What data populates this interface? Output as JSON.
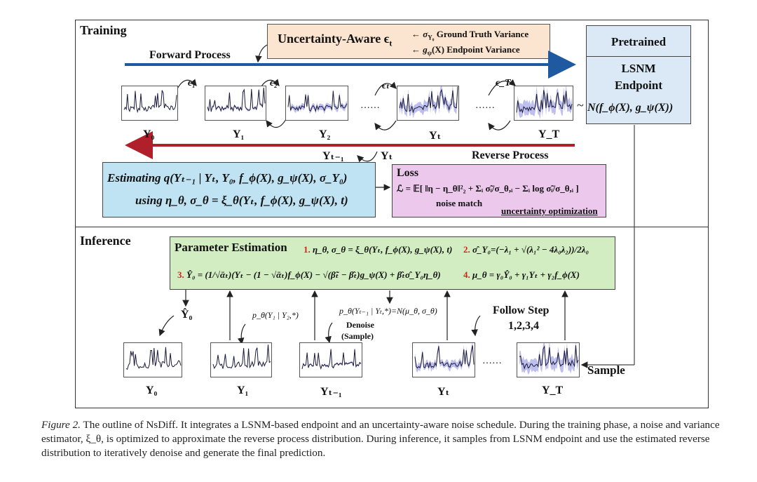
{
  "colors": {
    "uncertainty_box": "#fce5d0",
    "pretrained_box": "#dbe9f6",
    "estimating_box": "#bfe3f2",
    "loss_box": "#ecc9ec",
    "param_box": "#d3edc2",
    "series_line": "#1a1a3a",
    "series_band": "#8a8ae0",
    "arrow_blue": "#1f5aa0",
    "arrow_red": "#b0202a",
    "step_red": "#d62020"
  },
  "training": {
    "label": "Training",
    "forward_process": "Forward Process",
    "reverse_process": "Reverse Process",
    "uncertainty_title": "Uncertainty-Aware ϵ",
    "uncertainty_sub": "t",
    "uncertainty_line1_sym": "← σ",
    "uncertainty_line1_sub": "Y₀",
    "uncertainty_line1_text": " Ground Truth Variance",
    "uncertainty_line2_sym": "← g",
    "uncertainty_line2_sub": "ψ",
    "uncertainty_line2_text": "(X) Endpoint Variance",
    "eps_labels": [
      "ϵ₁",
      "ϵ₂",
      "ϵₜ",
      "ϵ_T"
    ],
    "y_labels": [
      "Y₀",
      "Y₁",
      "Y₂",
      "Yₜ",
      "Y_T"
    ],
    "dots": "……",
    "reverse_pair_left": "Yₜ₋₁",
    "reverse_pair_right": "Yₜ",
    "estimating_line1": "Estimating q(Yₜ₋₁ | Yₜ, Y₀, f_ϕ(X), g_ψ(X), σ_Y₀)",
    "estimating_line2": "using η_θ, σ_θ = ξ_θ(Yₜ, f_ϕ(X), g_ψ(X), t)",
    "loss_title": "Loss",
    "loss_formula": "ℒ = 𝔼[ ‖η − η_θ‖²₂  +  Σᵢ σ̃ᵢ/σ_θ,ᵢ − Σᵢ log σ̃ᵢ/σ_θ,ᵢ ]",
    "loss_noise_match": "noise match",
    "loss_uncertainty": "uncertainty optimization"
  },
  "pretrained": {
    "title": "Pretrained",
    "line1": "LSNM",
    "line2": "Endpoint",
    "dist": "N(f_ϕ(X), g_ψ(X))",
    "tilde": "~"
  },
  "inference": {
    "label": "Inference",
    "param_title": "Parameter Estimation",
    "step1_num": "1.",
    "step1": "η_θ, σ_θ = ξ_θ(Yₜ, f_ϕ(X), g_ψ(X), t)",
    "step2_num": "2.",
    "step2": "σ̂_Y₀=(−λ₁ + √(λ₁² − 4λ₀λ₂))/2λ₀",
    "step3_num": "3.",
    "step3": "Ŷ₀ = (1/√ᾱₜ)(Yₜ − (1 − √ᾱₜ)f_ϕ(X) − √(β̃ₜ − β̂ₜ)g_ψ(X) + β̂ₜσ̂_Y₀η_θ)",
    "step4_num": "4.",
    "step4": "μ_θ = γ₀Ŷ₀ + γ₁Yₜ + γ₂f_ϕ(X)",
    "y0_hat": "Ŷ₀",
    "p_y1": "p_θ(Y₁ | Y₂,*)",
    "p_yt": "p_θ(Yₜ₋₁ | Yₜ,*)=N(μ_θ, σ_θ)",
    "denoise": "Denoise",
    "sample_paren": "(Sample)",
    "follow_step": "Follow Step",
    "follow_nums": "1,2,3,4",
    "sample": "Sample",
    "y_labels": [
      "Y₀",
      "Y₁",
      "Yₜ₋₁",
      "Yₜ",
      "Y_T"
    ],
    "dots": "……"
  },
  "caption": {
    "figure_label": "Figure 2.",
    "text": " The outline of NsDiff. It integrates a LSNM-based endpoint and an uncertainty-aware noise schedule. During the training phase, a noise and variance estimator, ξ_θ, is optimized to approximate the reverse process distribution. During inference, it samples from LSNM endpoint and use the estimated reverse distribution to iteratively denoise and generate the final prediction."
  }
}
